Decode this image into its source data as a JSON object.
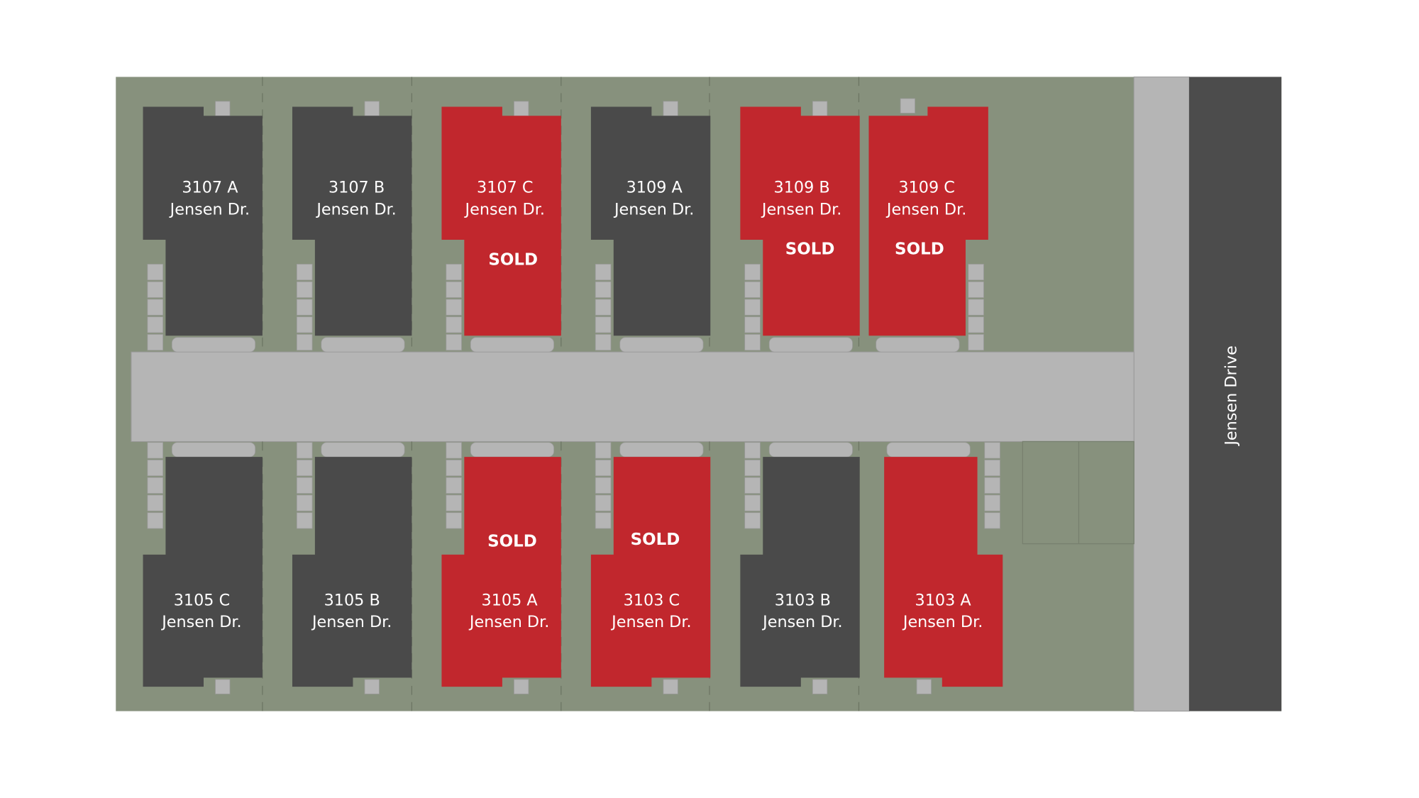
{
  "map": {
    "street_label": "Jensen Drive",
    "colors": {
      "grass": "#87917d",
      "paving": "#b5b5b5",
      "road": "#4c4c4c",
      "available": "#4a4a4a",
      "sold": "#c1272d"
    },
    "sold_label": "SOLD",
    "units": [
      {
        "number": "3107 A",
        "street": "Jensen Dr.",
        "sold": false
      },
      {
        "number": "3107 B",
        "street": "Jensen Dr.",
        "sold": false
      },
      {
        "number": "3107 C",
        "street": "Jensen Dr.",
        "sold": true
      },
      {
        "number": "3109 A",
        "street": "Jensen Dr.",
        "sold": false
      },
      {
        "number": "3109 B",
        "street": "Jensen Dr.",
        "sold": true
      },
      {
        "number": "3109 C",
        "street": "Jensen Dr.",
        "sold": true
      },
      {
        "number": "3105 C",
        "street": "Jensen Dr.",
        "sold": false
      },
      {
        "number": "3105 B",
        "street": "Jensen Dr.",
        "sold": false
      },
      {
        "number": "3105 A",
        "street": "Jensen Dr.",
        "sold": true
      },
      {
        "number": "3103 C",
        "street": "Jensen Dr.",
        "sold": true
      },
      {
        "number": "3103 B",
        "street": "Jensen Dr.",
        "sold": false
      },
      {
        "number": "3103 A",
        "street": "Jensen Dr.",
        "sold": true
      }
    ]
  }
}
